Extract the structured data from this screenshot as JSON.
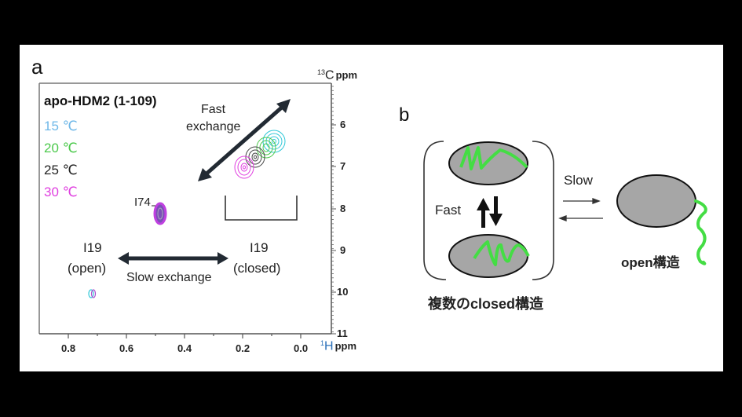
{
  "panel_a": {
    "letter": "a",
    "title": "apo-HDM2 (1-109)",
    "legend": [
      {
        "label": "15 ℃",
        "color": "#6fb8e8"
      },
      {
        "label": "20 ℃",
        "color": "#4cc94c"
      },
      {
        "label": "25 ℃",
        "color": "#222222"
      },
      {
        "label": "30 ℃",
        "color": "#e040e0"
      }
    ],
    "fast_exchange": [
      "Fast",
      "exchange"
    ],
    "slow_exchange": "Slow exchange",
    "peak_label_i74": "I74",
    "i19_open": [
      "I19",
      "(open)"
    ],
    "i19_closed": [
      "I19",
      "(closed)"
    ],
    "y_axis_label_sup": "13",
    "y_axis_label_main": "C",
    "y_axis_label_unit": "ppm",
    "x_axis_label_sup": "1",
    "x_axis_label_main": "H",
    "x_axis_label_unit": "ppm"
  },
  "panel_b": {
    "letter": "b",
    "fast_label": "Fast",
    "slow_label": "Slow",
    "closed_caption": "複数のclosed構造",
    "open_caption": "open構造",
    "ellipse_fill": "#a6a6a6",
    "chain_color": "#44dd44"
  },
  "chart_data": {
    "type": "scatter",
    "title": "apo-HDM2 (1-109)",
    "xlabel": "1H ppm",
    "ylabel": "13C ppm",
    "x_ticks": [
      0.8,
      0.6,
      0.4,
      0.2,
      0.0
    ],
    "y_ticks": [
      6,
      7,
      8,
      9,
      10,
      11
    ],
    "xlim": [
      0.9,
      -0.1
    ],
    "ylim": [
      5.0,
      11
    ],
    "x_inverted": true,
    "y_inverted": true,
    "legend": [
      "15 ℃",
      "20 ℃",
      "25 ℃",
      "30 ℃"
    ],
    "series": [
      {
        "name": "15 ℃",
        "color": "#30c8d8",
        "peaks": [
          {
            "label": "I19 closed",
            "x": 0.09,
            "y": 6.4
          },
          {
            "label": "I74",
            "x": 0.5,
            "y": 8.1
          },
          {
            "label": "I19 open",
            "x": 0.72,
            "y": 10.0
          }
        ]
      },
      {
        "name": "20 ℃",
        "color": "#4cc94c",
        "peaks": [
          {
            "label": "I19 closed",
            "x": 0.12,
            "y": 6.6
          },
          {
            "label": "I74",
            "x": 0.5,
            "y": 8.1
          },
          {
            "label": "I19 open",
            "x": 0.72,
            "y": 10.0
          }
        ]
      },
      {
        "name": "25 ℃",
        "color": "#333333",
        "peaks": [
          {
            "label": "I19 closed",
            "x": 0.15,
            "y": 6.8
          },
          {
            "label": "I74",
            "x": 0.5,
            "y": 8.1
          },
          {
            "label": "I19 open",
            "x": 0.72,
            "y": 10.0
          }
        ]
      },
      {
        "name": "30 ℃",
        "color": "#e040e0",
        "peaks": [
          {
            "label": "I19 closed",
            "x": 0.2,
            "y": 7.05
          },
          {
            "label": "I74",
            "x": 0.5,
            "y": 8.1
          },
          {
            "label": "I19 open",
            "x": 0.715,
            "y": 10.0
          }
        ]
      }
    ],
    "annotations": [
      "Fast exchange",
      "Slow exchange",
      "I74",
      "I19 (open)",
      "I19 (closed)"
    ]
  }
}
